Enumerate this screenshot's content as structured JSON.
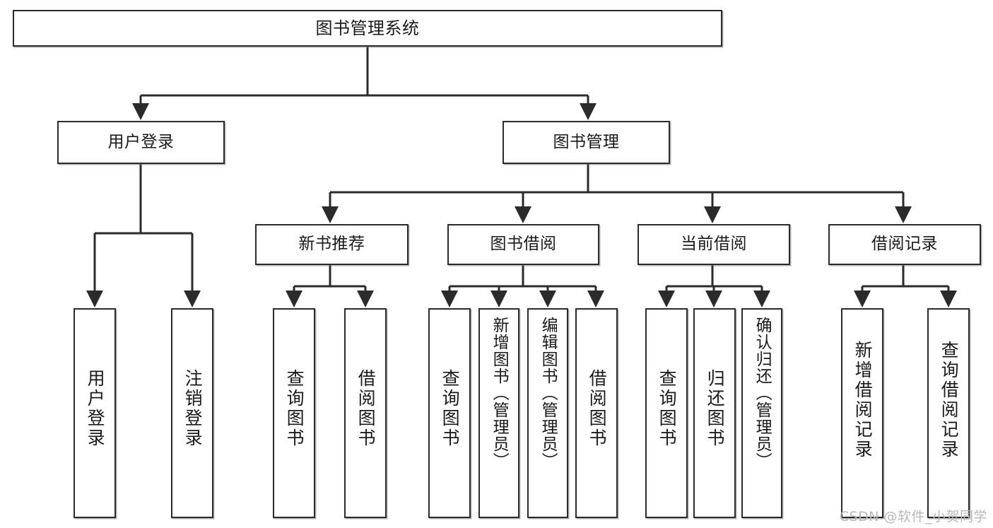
{
  "diagram": {
    "type": "tree",
    "title": "图书管理系统",
    "orientation": "top-down",
    "edge_color": "#2b2b2b",
    "node_border_color": "#2b2b2b",
    "node_fill_color": "#ffffff",
    "text_color": "#1a1a1a"
  },
  "nodes": {
    "root": {
      "label": "图书管理系统"
    },
    "level2": [
      {
        "label": "用户登录"
      },
      {
        "label": "图书管理"
      }
    ],
    "level3": [
      {
        "label": "新书推荐"
      },
      {
        "label": "图书借阅"
      },
      {
        "label": "当前借阅"
      },
      {
        "label": "借阅记录"
      }
    ],
    "leaves": {
      "user_login": [
        {
          "label": "用户登录"
        },
        {
          "label": "注销登录"
        }
      ],
      "new_book_recommend": [
        {
          "label": "查询图书"
        },
        {
          "label": "借阅图书"
        }
      ],
      "book_borrow": [
        {
          "label": "查询图书"
        },
        {
          "label": "新增图书（管理员）"
        },
        {
          "label": "编辑图书（管理员）"
        },
        {
          "label": "借阅图书"
        }
      ],
      "current_borrow": [
        {
          "label": "查询图书"
        },
        {
          "label": "归还图书"
        },
        {
          "label": "确认归还（管理员）"
        }
      ],
      "borrow_record": [
        {
          "label": "新增借阅记录"
        },
        {
          "label": "查询借阅记录"
        }
      ]
    }
  },
  "watermark": {
    "text": "CSDN @软件_小贺同学"
  }
}
